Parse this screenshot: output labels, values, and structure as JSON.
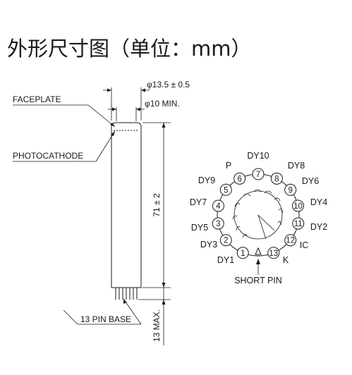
{
  "title": "外形尺寸图（单位：mm）",
  "tube": {
    "diameter_label": "φ13.5 ± 0.5",
    "window_label": "φ10 MIN.",
    "length_label": "71 ± 2",
    "pin_length_label": "13 MAX.",
    "faceplate_label": "FACEPLATE",
    "photocathode_label": "PHOTOCATHODE",
    "base_label": "13 PIN BASE"
  },
  "base_diagram": {
    "short_pin_label": "SHORT PIN",
    "pins": [
      {
        "num": "1",
        "name": "DY1"
      },
      {
        "num": "2",
        "name": "DY3"
      },
      {
        "num": "3",
        "name": "DY5"
      },
      {
        "num": "4",
        "name": "DY7"
      },
      {
        "num": "5",
        "name": "DY9"
      },
      {
        "num": "6",
        "name": "P"
      },
      {
        "num": "7",
        "name": "DY10"
      },
      {
        "num": "8",
        "name": "DY8"
      },
      {
        "num": "9",
        "name": "DY6"
      },
      {
        "num": "10",
        "name": "DY4"
      },
      {
        "num": "11",
        "name": "DY2"
      },
      {
        "num": "12",
        "name": "IC"
      },
      {
        "num": "13",
        "name": "K"
      }
    ]
  }
}
